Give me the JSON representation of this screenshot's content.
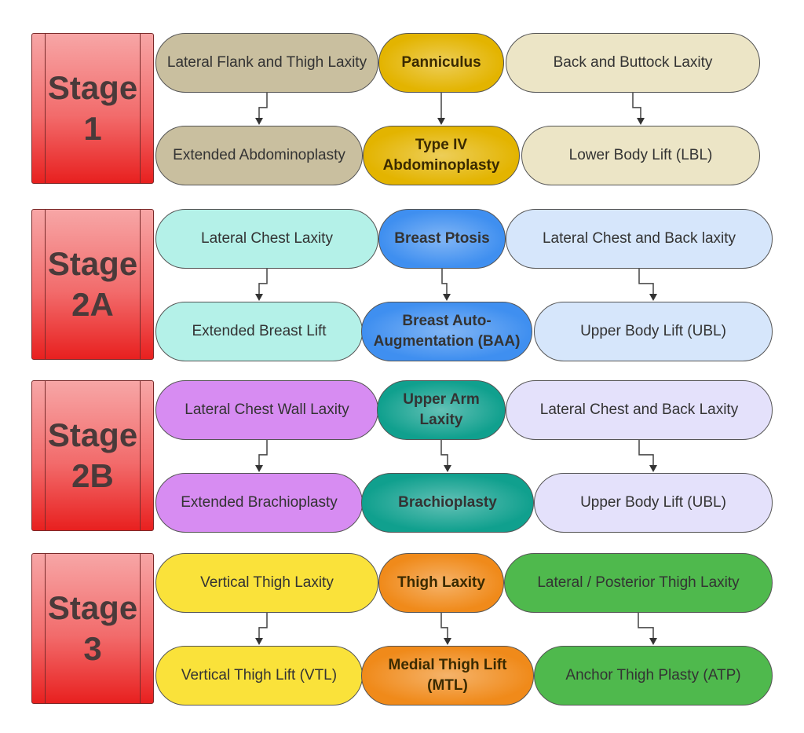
{
  "stages": [
    {
      "label": "Stage\n1",
      "left": {
        "top": "Lateral Flank and Thigh Laxity",
        "bottom": "Extended Abdominoplasty"
      },
      "center": {
        "top": "Panniculus",
        "bottom": "Type IV Abdominoplasty"
      },
      "right": {
        "top": "Back and Buttock Laxity",
        "bottom": "Lower Body Lift (LBL)"
      }
    },
    {
      "label": "Stage\n2A",
      "left": {
        "top": "Lateral Chest Laxity",
        "bottom": "Extended Breast Lift"
      },
      "center": {
        "top": "Breast Ptosis",
        "bottom": "Breast Auto-Augmentation (BAA)"
      },
      "right": {
        "top": "Lateral Chest and Back laxity",
        "bottom": "Upper Body Lift (UBL)"
      }
    },
    {
      "label": "Stage\n2B",
      "left": {
        "top": "Lateral Chest Wall Laxity",
        "bottom": "Extended Brachioplasty"
      },
      "center": {
        "top": "Upper Arm Laxity",
        "bottom": "Brachioplasty"
      },
      "right": {
        "top": "Lateral Chest and Back Laxity",
        "bottom": "Upper Body Lift (UBL)"
      }
    },
    {
      "label": "Stage\n3",
      "left": {
        "top": "Vertical Thigh Laxity",
        "bottom": "Vertical Thigh Lift (VTL)"
      },
      "center": {
        "top": "Thigh Laxity",
        "bottom": "Medial Thigh Lift (MTL)"
      },
      "right": {
        "top": "Lateral / Posterior Thigh Laxity",
        "bottom": "Anchor Thigh Plasty (ATP)"
      }
    }
  ],
  "colors": {
    "stage1_left": "#c9bf9f",
    "stage1_center": "#e3b400",
    "stage1_right": "#ece5c6",
    "stage2a_left": "#b4f1e8",
    "stage2a_center": "#3f8ff0",
    "stage2a_right": "#d6e6fb",
    "stage2b_left": "#d78cf2",
    "stage2b_center": "#10a08e",
    "stage2b_right": "#e4e1fb",
    "stage3_left": "#fae23a",
    "stage3_center": "#f08a1a",
    "stage3_right": "#4fb94d",
    "stage_box": "#f26b6b"
  }
}
